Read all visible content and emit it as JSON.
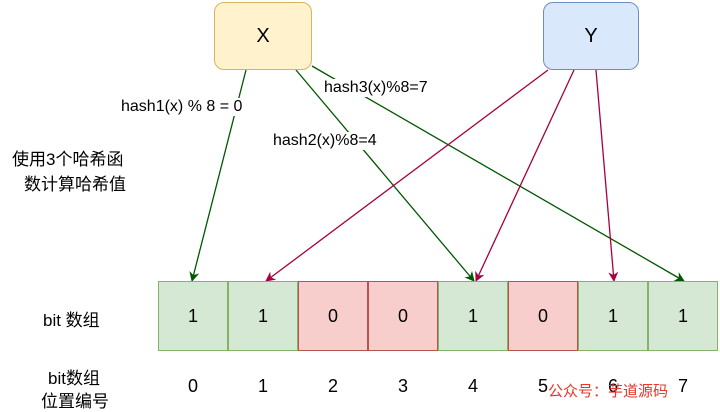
{
  "nodes": {
    "x": "X",
    "y": "Y"
  },
  "labels": {
    "hash1": "hash1(x) % 8 = 0",
    "hash2": "hash2(x)%8=4",
    "hash3": "hash3(x)%8=7",
    "explain_line1": "使用3个哈希函",
    "explain_line2": "数计算哈希值",
    "row_bits": "bit 数组",
    "row_index_line1": "bit数组",
    "row_index_line2": "位置编号"
  },
  "bits": [
    "1",
    "1",
    "0",
    "0",
    "1",
    "0",
    "1",
    "1"
  ],
  "indices": [
    "0",
    "1",
    "2",
    "3",
    "4",
    "5",
    "6",
    "7"
  ],
  "watermark": "公众号：芋道源码",
  "colors": {
    "x_fill": "#fff2cc",
    "x_stroke": "#d6b656",
    "y_fill": "#dae8fc",
    "y_stroke": "#6c8ebf",
    "set_fill": "#d5e8d4",
    "set_stroke": "#82b366",
    "unset_fill": "#f8cecc",
    "unset_stroke": "#b85450",
    "x_arrow": "#005700",
    "y_arrow": "#a50040"
  }
}
